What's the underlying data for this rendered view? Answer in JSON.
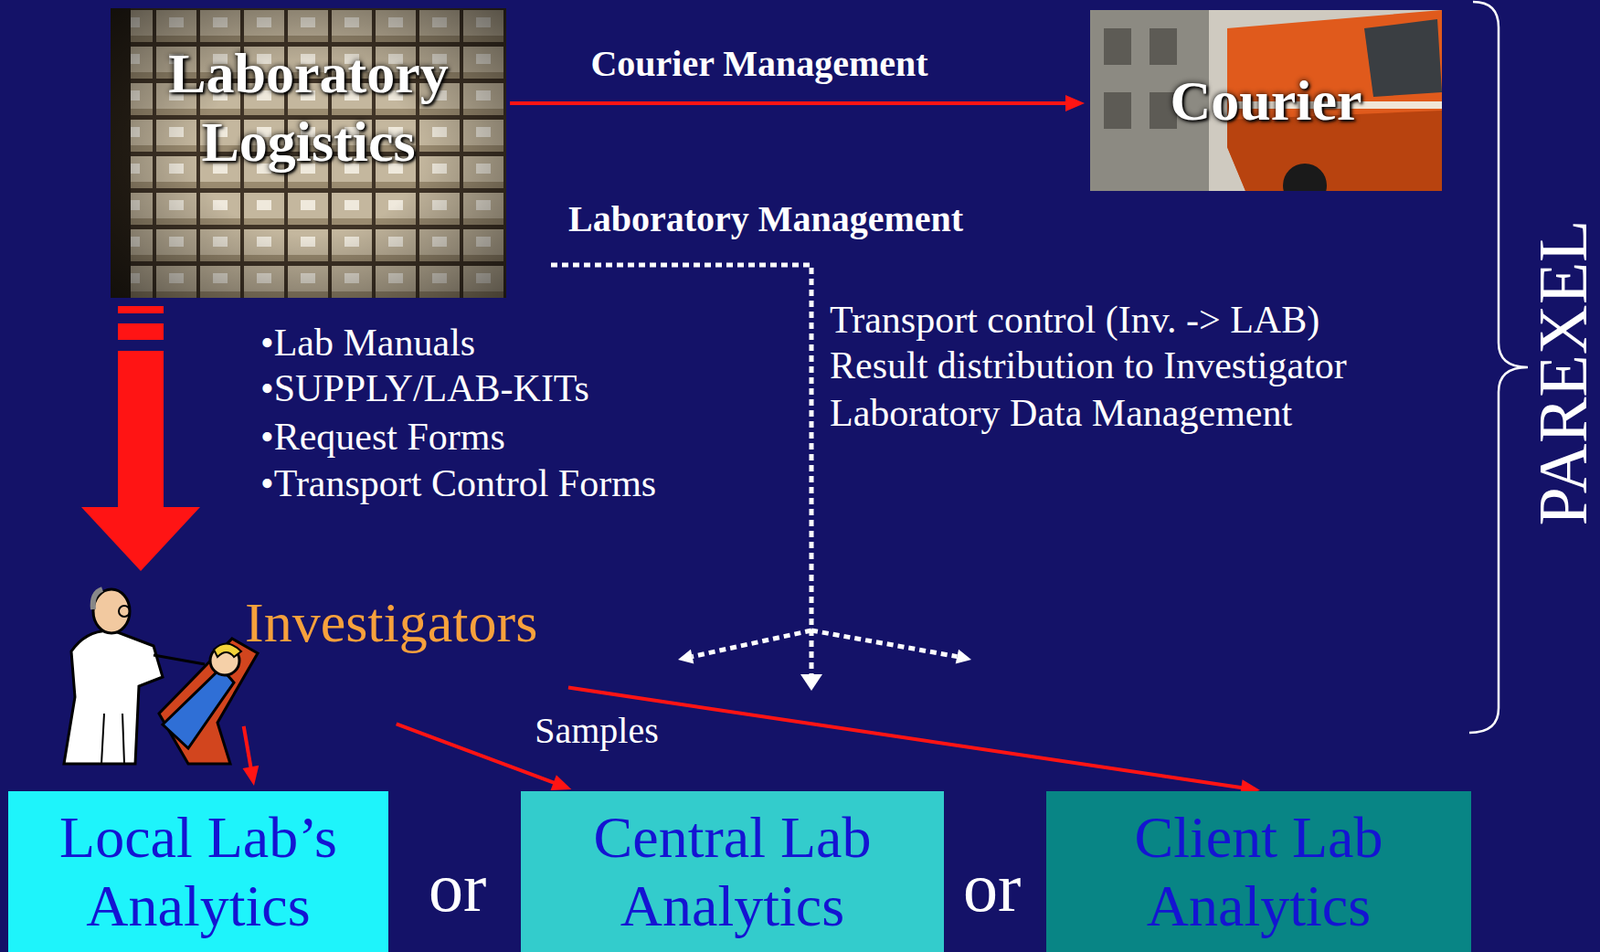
{
  "diagram": {
    "nodes": [
      {
        "text": [
          "Laboratory Logistics"
        ]
      },
      {
        "text": [
          "Courier"
        ]
      },
      {
        "text": [
          "Investigators"
        ]
      },
      {
        "text": [
          "Local Lab’s Analytics"
        ]
      },
      {
        "text": [
          "Central Lab Analytics"
        ]
      },
      {
        "text": [
          "Client Lab Analytics"
        ]
      }
    ],
    "edges": [
      {
        "from": 0,
        "to": 1,
        "label": "Courier Management",
        "arrow": "to"
      },
      {
        "from": 0,
        "to": 2,
        "arrow": "to"
      },
      {
        "from": 2,
        "to": 3,
        "arrow": "to"
      },
      {
        "from": 2,
        "to": 4,
        "label": "Samples",
        "arrow": "to"
      },
      {
        "from": 2,
        "to": 5,
        "arrow": "to"
      }
    ],
    "labels": [
      "•Lab Manuals",
      "•SUPPLY/LAB-KITs",
      "•Request Forms",
      "•Transport Control Forms",
      "Laboratory Management",
      "Transport control (Inv. -> LAB)",
      "Result distribution to Investigator",
      "Laboratory Data Management",
      "or",
      "or",
      "PAREXEL"
    ]
  }
}
